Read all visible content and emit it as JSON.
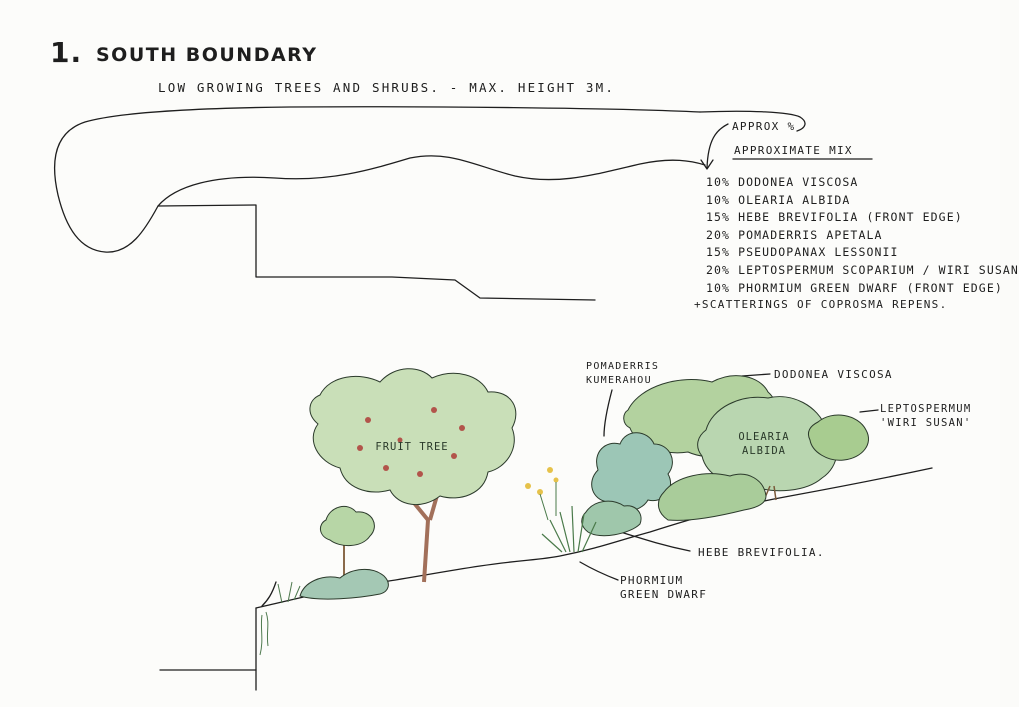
{
  "header": {
    "number": "1.",
    "title": "SOUTH BOUNDARY",
    "subtitle": "LOW GROWING TREES AND SHRUBS. - MAX. HEIGHT 3M."
  },
  "plan": {
    "approx_note": "APPROX %",
    "mix_heading": "APPROXIMATE MIX",
    "mix": [
      "10% DODONEA VISCOSA",
      "10% OLEARIA ALBIDA",
      "15% HEBE BREVIFOLIA (FRONT EDGE)",
      "20% POMADERRIS APETALA",
      "15% PSEUDOPANAX LESSONII",
      "20% LEPTOSPERMUM SCOPARIUM / WIRI SUSAN",
      "10% PHORMIUM GREEN DWARF (FRONT EDGE)"
    ],
    "note": "+SCATTERINGS OF COPROSMA REPENS."
  },
  "section": {
    "fruit_tree": "FRUIT TREE",
    "olearia": "OLEARIA ALBIDA",
    "pomaderris": "POMADERRIS KUMERAHOU",
    "dodonea": "DODONEA VISCOSA",
    "leptospermum": "LEPTOSPERMUM 'WIRI SUSAN'",
    "hebe": "HEBE BREVIFOLIA.",
    "phormium": "PHORMIUM GREEN DWARF"
  },
  "colors": {
    "ink": "#1e1e1e",
    "leaf_light": "#c9dfb8",
    "leaf_mid": "#a9cc9a",
    "leaf_teal": "#9cc6b6",
    "trunk": "#a2705a",
    "fruit": "#b2544a"
  }
}
